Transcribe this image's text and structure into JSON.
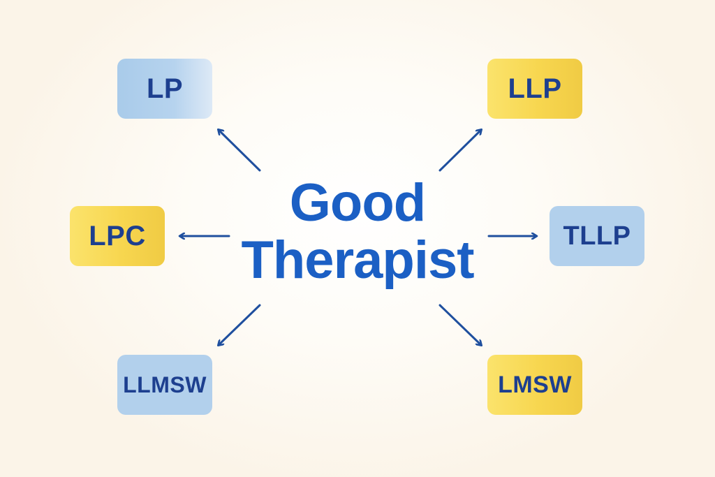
{
  "center": {
    "line1": "Good",
    "line2": "Therapist"
  },
  "badges": {
    "top_left": "LP",
    "top_right": "LLP",
    "mid_left": "LPC",
    "mid_right": "TLLP",
    "bottom_left": "LLMSW",
    "bottom_right": "LMSW"
  },
  "colors": {
    "title": "#1b5fc4",
    "badge_text": "#1d3f8f",
    "arrow": "#1f4f9e",
    "badge_blue": "#b2d0ec",
    "badge_yellow": "#f7d64f",
    "background": "#fbf4e8"
  }
}
